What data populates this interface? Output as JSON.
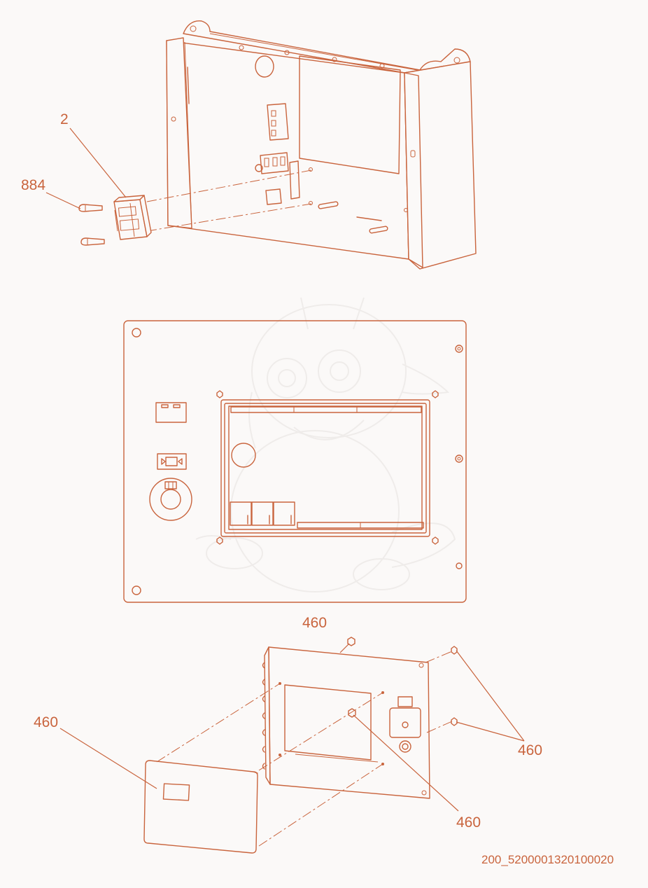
{
  "colors": {
    "line": "#c9643d",
    "background": "#fbf9f8"
  },
  "callouts": {
    "part_2": "2",
    "part_884": "884",
    "nut_top": "460",
    "cover_left": "460",
    "nuts_right": "460",
    "nut_center": "460"
  },
  "document_number": "200_5200001320100020",
  "watermark": {
    "icon": "dragon-mascot-watermark"
  }
}
